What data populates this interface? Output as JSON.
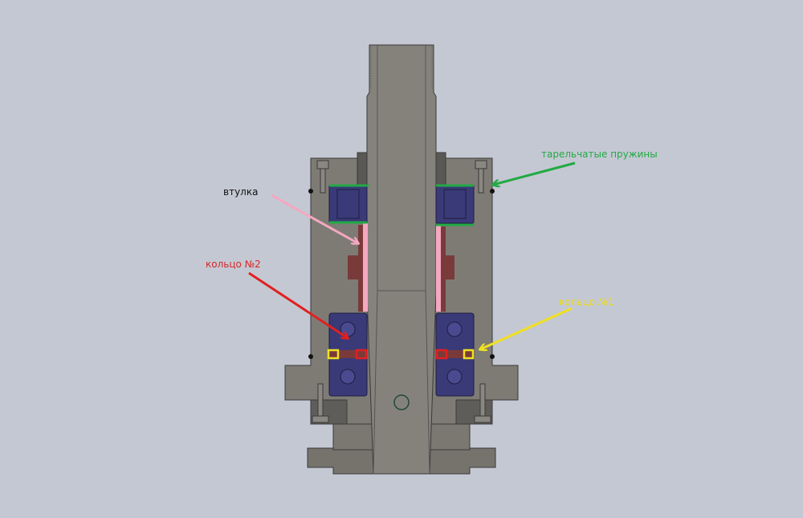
{
  "labels": {
    "sleeve": "втулка",
    "ring2": "кольцо №2",
    "springs": "тарельчатые пружины",
    "ring1": "кольцо №1"
  },
  "colors": {
    "background": "#c4c8d3",
    "body": "#7b7872",
    "bearing": "#3a3a78",
    "sleeve": "#f4a8c0",
    "ring": "#7a3a3a",
    "springs": "#22aa44",
    "ring1": "#f0e020",
    "ring2": "#e02020"
  }
}
